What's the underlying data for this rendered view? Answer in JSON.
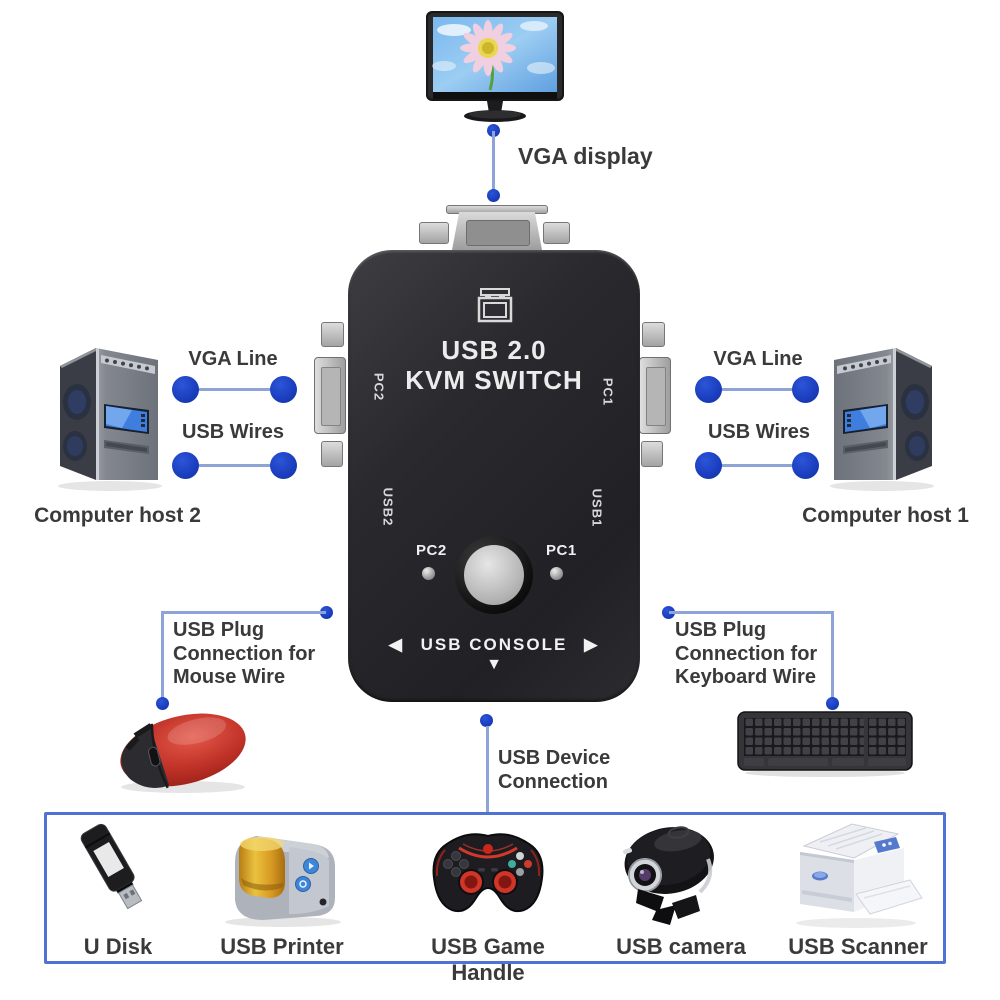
{
  "monitor": {
    "label": "VGA display"
  },
  "kvm": {
    "model_line1": "USB 2.0",
    "model_line2": "KVM SWITCH",
    "port_left_vga": "PC2",
    "port_right_vga": "PC1",
    "port_left_usb": "USB2",
    "port_right_usb": "USB1",
    "led_left": "PC2",
    "led_right": "PC1",
    "console_left_arrow": "◀",
    "console_label": "USB CONSOLE",
    "console_right_arrow": "▶",
    "console_down_arrow": "▼"
  },
  "hosts": {
    "left": {
      "vga": "VGA Line",
      "usb": "USB Wires",
      "name": "Computer host 2"
    },
    "right": {
      "vga": "VGA Line",
      "usb": "USB Wires",
      "name": "Computer host 1"
    }
  },
  "notes": {
    "mouse": {
      "l1": "USB Plug",
      "l2": "Connection for",
      "l3": "Mouse Wire"
    },
    "keyboard": {
      "l1": "USB Plug",
      "l2": "Connection for",
      "l3": "Keyboard Wire"
    },
    "usb_devices": {
      "l1": "USB Device",
      "l2": "Connection"
    }
  },
  "peripherals": [
    {
      "label": "U Disk"
    },
    {
      "label": "USB Printer"
    },
    {
      "label": "USB Game Handle"
    },
    {
      "label": "USB camera"
    },
    {
      "label": "USB Scanner"
    }
  ],
  "colors": {
    "accent_blue": "#1b3fc0",
    "line_blue": "#8ea3d8",
    "box_border": "#4f72d4",
    "text": "#3a3a3a",
    "device_body": "#28282c"
  }
}
